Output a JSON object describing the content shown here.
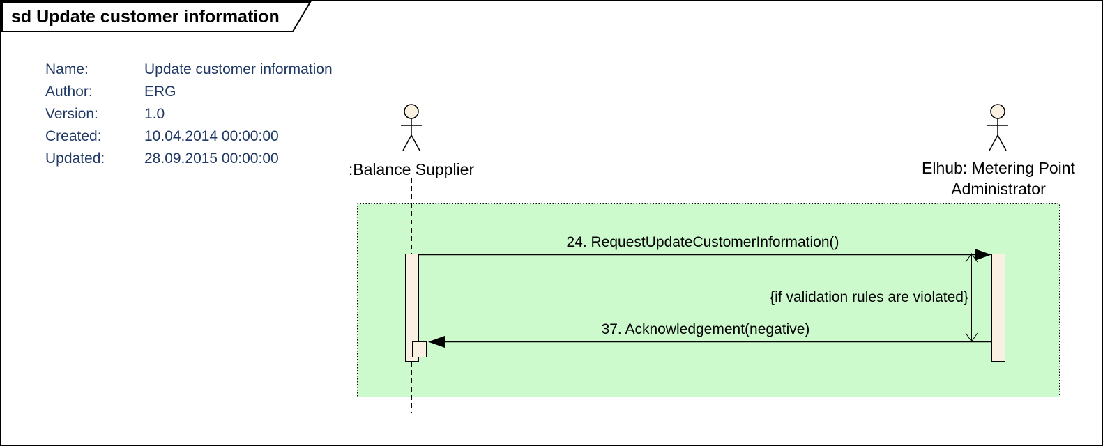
{
  "frame": {
    "title": "sd Update customer information"
  },
  "properties": {
    "rows": [
      {
        "label": "Name:",
        "value": "Update customer information"
      },
      {
        "label": "Author:",
        "value": "ERG"
      },
      {
        "label": "Version:",
        "value": "1.0"
      },
      {
        "label": "Created:",
        "value": "10.04.2014 00:00:00"
      },
      {
        "label": "Updated:",
        "value": "28.09.2015 00:00:00"
      }
    ]
  },
  "lifelines": [
    {
      "name": ":Balance Supplier",
      "lines": [
        ":Balance Supplier"
      ]
    },
    {
      "name": "Elhub: Metering Point Administrator",
      "lines": [
        "Elhub: Metering Point",
        "Administrator"
      ]
    }
  ],
  "messages": [
    {
      "label": "24. RequestUpdateCustomerInformation()",
      "direction": "right"
    },
    {
      "label": "37. Acknowledgement(negative)",
      "direction": "left"
    }
  ],
  "constraint": {
    "label": "{if validation rules are violated}"
  },
  "colors": {
    "fragment_fill": "#CCFACC",
    "element_fill": "#FAF0E2",
    "properties_text": "#1F3864",
    "line": "#000000"
  }
}
